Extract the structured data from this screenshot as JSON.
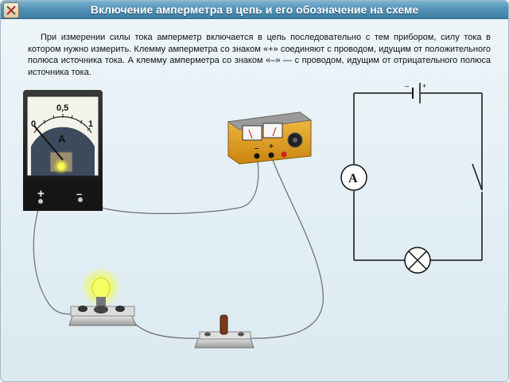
{
  "header": {
    "title": "Включение амперметра в цепь и его обозначение на схеме",
    "home_icon": "tools-icon"
  },
  "paragraph": "При измерении силы тока амперметр включается в цепь последовательно с тем прибором, силу тока в котором нужно измерить. Клемму амперметра со знаком «+» соединяют с проводом, идущим от положительного полюса источника тока. А клемму амперметра со знаком «–» — с проводом, идущим от отрицательного полюса источника тока.",
  "ammeter": {
    "scale_labels": [
      "0",
      "0,5",
      "1"
    ],
    "unit": "A",
    "reading": 0.1,
    "terminal_plus": "+",
    "terminal_minus": "–"
  },
  "power_supply": {
    "terminal_minus": "–",
    "terminal_plus": "+"
  },
  "schematic": {
    "battery_minus": "–",
    "battery_plus": "+",
    "ammeter_symbol": "A"
  },
  "colors": {
    "title_bar": "#4c8db2",
    "background": "#e4eff6",
    "wire": "#6c6c6c",
    "lamp_glow": "#f6ff3a",
    "supply_body": "#e7a51f"
  }
}
